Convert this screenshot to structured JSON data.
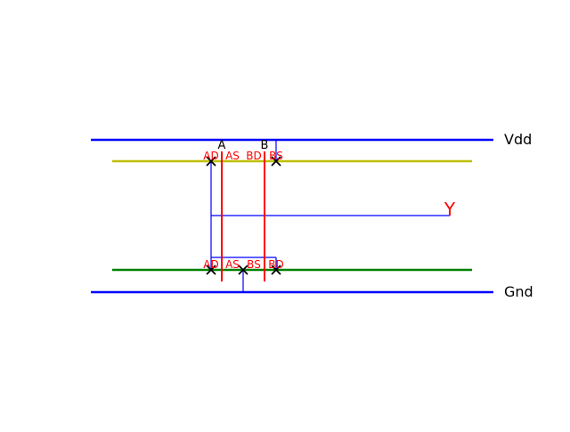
{
  "rails": {
    "vdd_label": "Vdd",
    "gnd_label": "Gnd"
  },
  "gates": {
    "a_label": "A",
    "b_label": "B"
  },
  "pmos_terminals": {
    "ad": "AD",
    "as": "AS",
    "bd": "BD",
    "bs": "BS"
  },
  "nmos_terminals": {
    "ad": "AD",
    "as": "AS",
    "bs": "BS",
    "bd": "BD"
  },
  "output_label": "Y",
  "colors": {
    "rail": "#0000ff",
    "p_diffusion": "#bfbf00",
    "n_diffusion": "#008000",
    "poly": "#ff0000",
    "metal": "#0000ff",
    "contact": "#000000",
    "terminal_text": "#ff0000",
    "rail_text": "#000000"
  }
}
